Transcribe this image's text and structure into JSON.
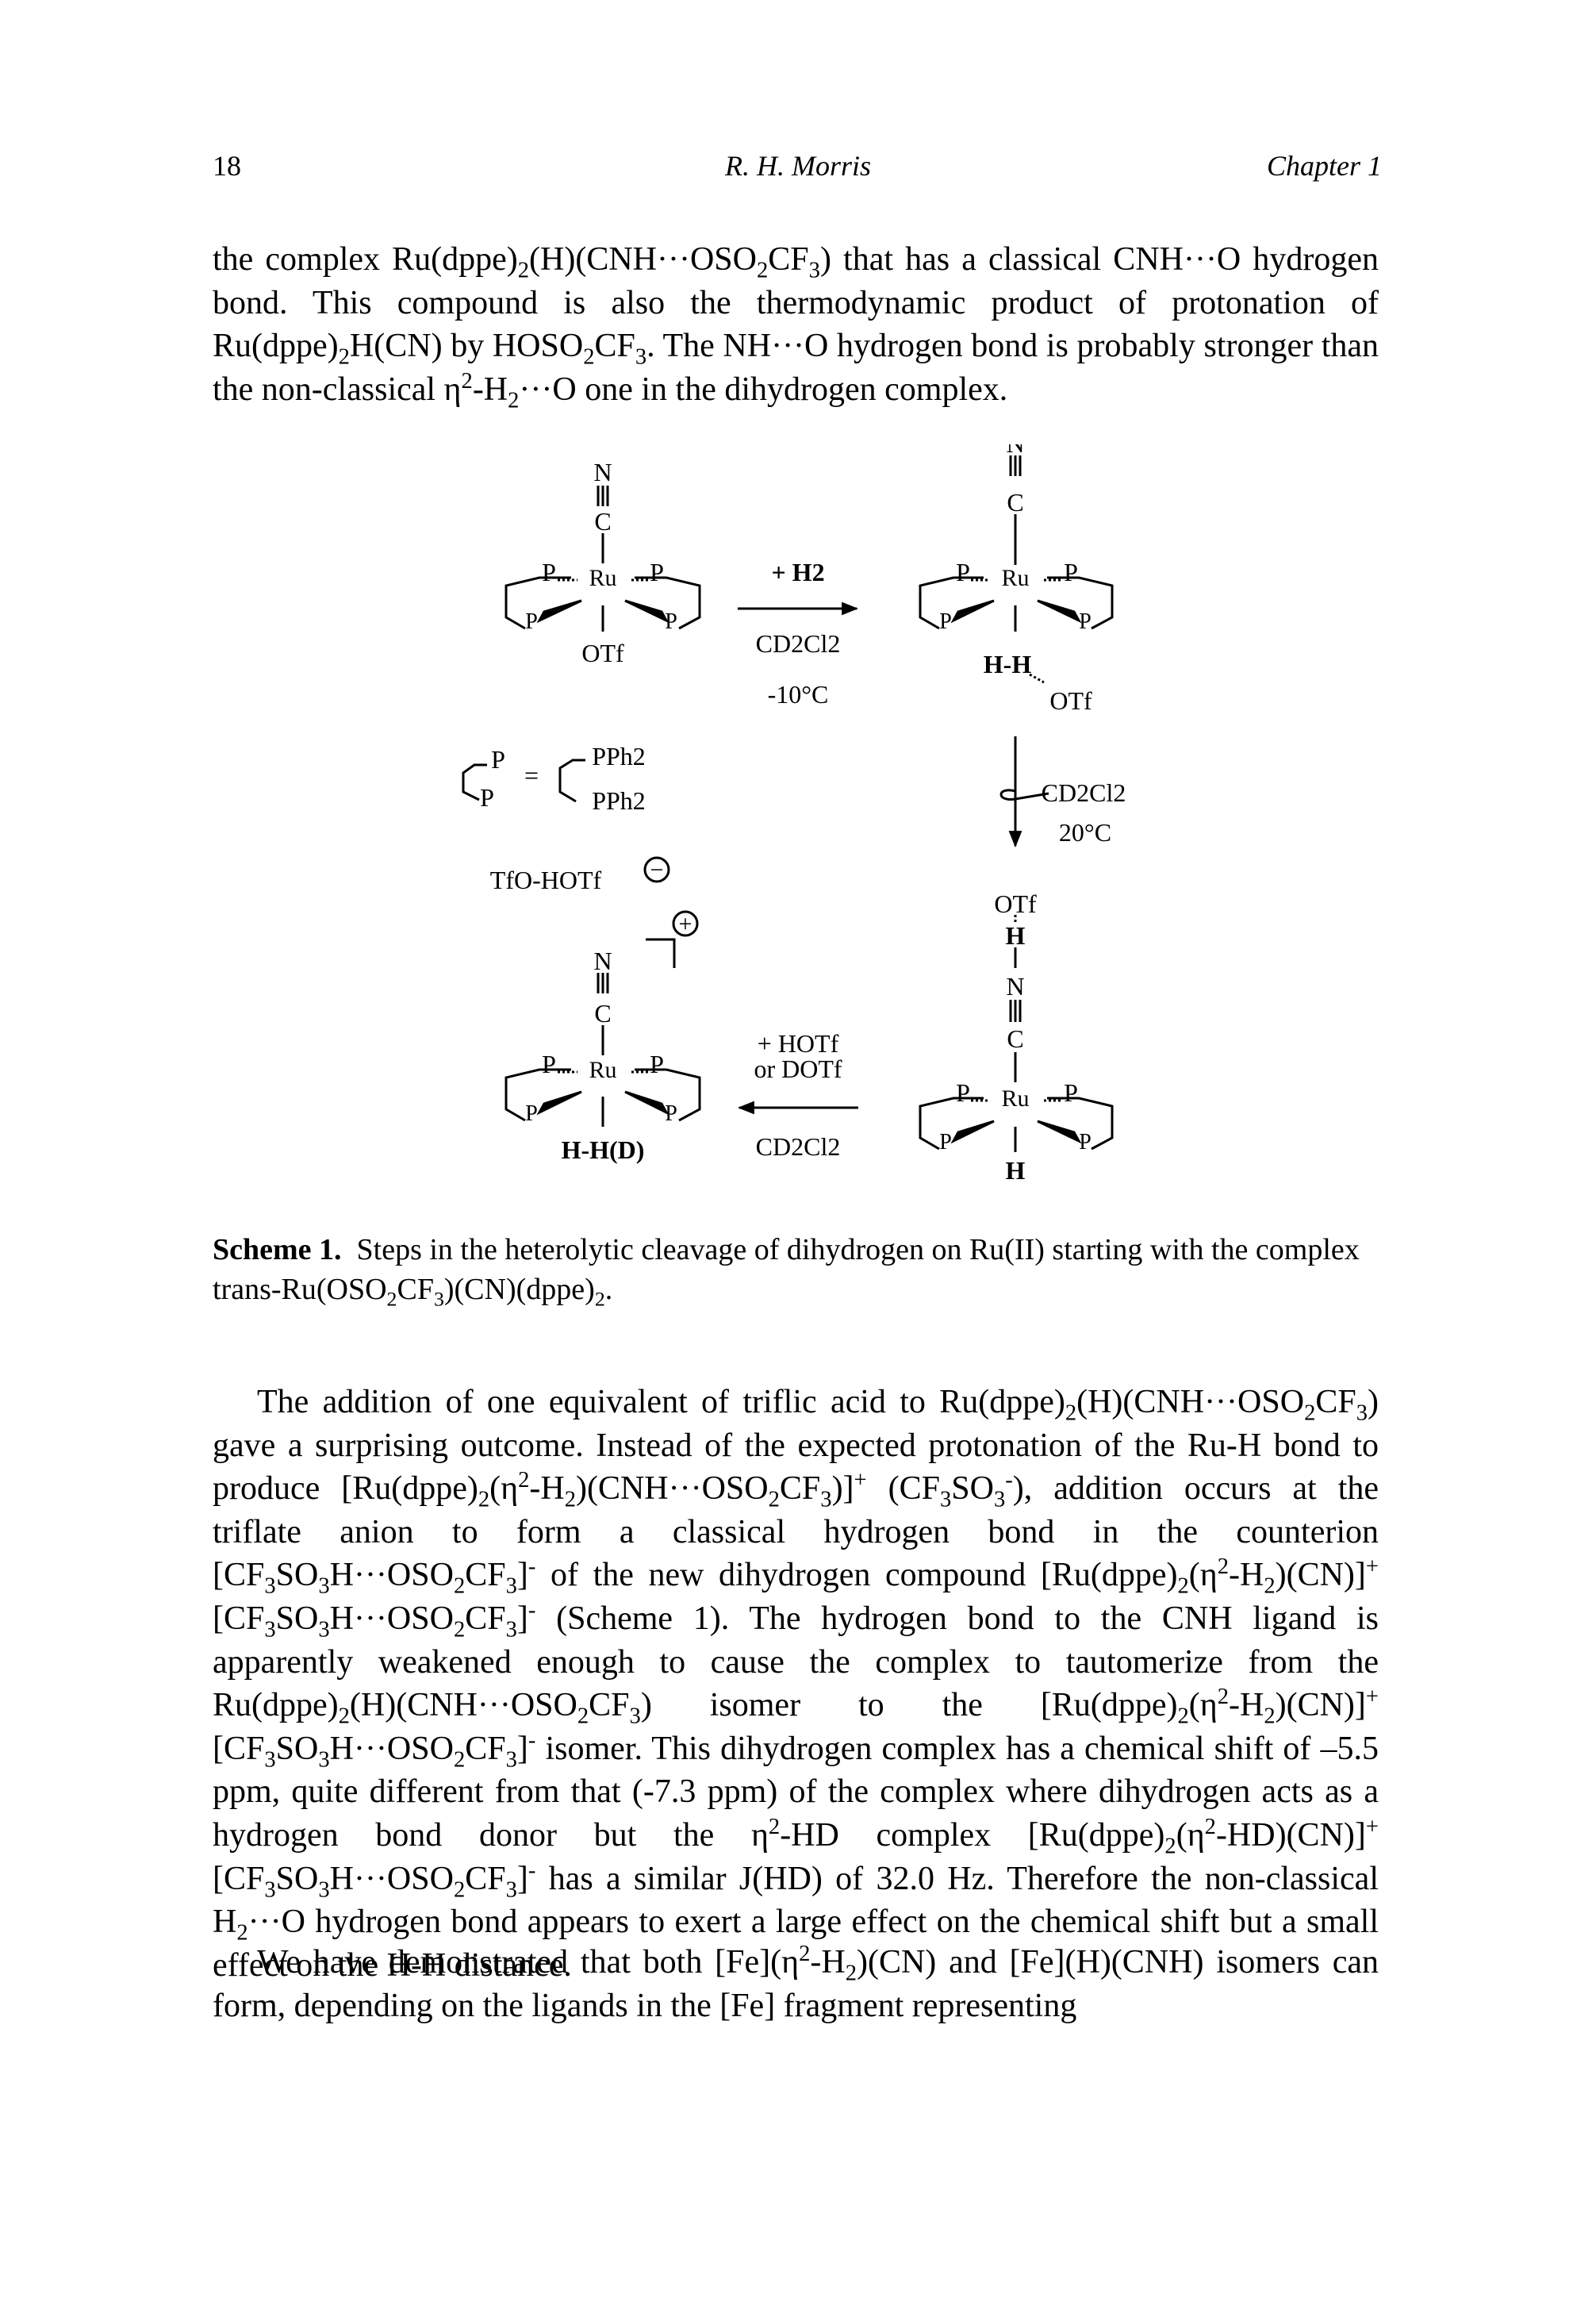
{
  "header": {
    "page_number": "18",
    "author": "R. H. Morris",
    "chapter": "Chapter 1"
  },
  "paragraph1": "the complex Ru(dppe)<sub>2</sub>(H)(CNH···OSO<sub>2</sub>CF<sub>3</sub>) that has a classical CNH···O hydrogen bond. This compound is also the thermodynamic product of protonation of Ru(dppe)<sub>2</sub>H(CN) by HOSO<sub>2</sub>CF<sub>3</sub>. The NH···O hydrogen bond is probably stronger than the non-classical η<sup>2</sup>-H<sub>2</sub>···O one in the dihydrogen complex.",
  "scheme": {
    "atom_N": "N",
    "atom_C": "C",
    "atom_Ru": "Ru",
    "atom_P": "P",
    "otf": "OTf",
    "h_h": "H-H",
    "h": "H",
    "h_hd": "H-H(D)",
    "pph2": "PPh2",
    "equals": "=",
    "tfo_hotf": "TfO-HOTf",
    "minus": "−",
    "plus": "+",
    "step1_reagent": "+ H2",
    "step1_solvent": "CD2Cl2",
    "step1_temp": "-10°C",
    "step2_solvent": "CD2Cl2",
    "step2_temp": "20°C",
    "step3_reagent_1": "+ HOTf",
    "step3_reagent_2": "or DOTf",
    "step3_solvent": "CD2Cl2"
  },
  "caption": {
    "label": "Scheme 1.",
    "text": "Steps in the heterolytic cleavage of dihydrogen on Ru(II) starting with the complex trans-Ru(OSO<sub>2</sub>CF<sub>3</sub>)(CN)(dppe)<sub>2</sub>."
  },
  "paragraph2": "The addition of one equivalent of triflic acid to Ru(dppe)<sub>2</sub>(H)(CNH···OSO<sub>2</sub>CF<sub>3</sub>) gave a surprising outcome. Instead of the expected protonation of the Ru-H bond to produce [Ru(dppe)<sub>2</sub>(η<sup>2</sup>-H<sub>2</sub>)(CNH···OSO<sub>2</sub>CF<sub>3</sub>)]<sup>+</sup> (CF<sub>3</sub>SO<sub>3</sub><sup>-</sup>), addition occurs at the triflate anion to form a classical hydrogen bond in the counterion [CF<sub>3</sub>SO<sub>3</sub>H···OSO<sub>2</sub>CF<sub>3</sub>]<sup>-</sup> of the new dihydrogen compound [Ru(dppe)<sub>2</sub>(η<sup>2</sup>-H<sub>2</sub>)(CN)]<sup>+</sup> [CF<sub>3</sub>SO<sub>3</sub>H···OSO<sub>2</sub>CF<sub>3</sub>]<sup>-</sup> (Scheme 1). The hydrogen bond to the CNH ligand is apparently weakened enough to cause the complex to tautomerize from the Ru(dppe)<sub>2</sub>(H)(CNH···OSO<sub>2</sub>CF<sub>3</sub>) isomer to the [Ru(dppe)<sub>2</sub>(η<sup>2</sup>-H<sub>2</sub>)(CN)]<sup>+</sup> [CF<sub>3</sub>SO<sub>3</sub>H···OSO<sub>2</sub>CF<sub>3</sub>]<sup>-</sup> isomer. This dihydrogen complex has a chemical shift of –5.5 ppm, quite different from that (-7.3 ppm) of the complex where dihydrogen acts as a hydrogen bond donor but the η<sup>2</sup>-HD complex [Ru(dppe)<sub>2</sub>(η<sup>2</sup>-HD)(CN)]<sup>+</sup> [CF<sub>3</sub>SO<sub>3</sub>H···OSO<sub>2</sub>CF<sub>3</sub>]<sup>-</sup> has a similar J(HD) of 32.0 Hz. Therefore the non-classical H<sub>2</sub>···O hydrogen bond appears to exert a large effect on the chemical shift but a small effect on the H-H distance.",
  "paragraph3": "We have demonstrated that both [Fe](η<sup>2</sup>-H<sub>2</sub>)(CN) and [Fe](H)(CNH) isomers can form, depending on the ligands in the [Fe] fragment representing"
}
